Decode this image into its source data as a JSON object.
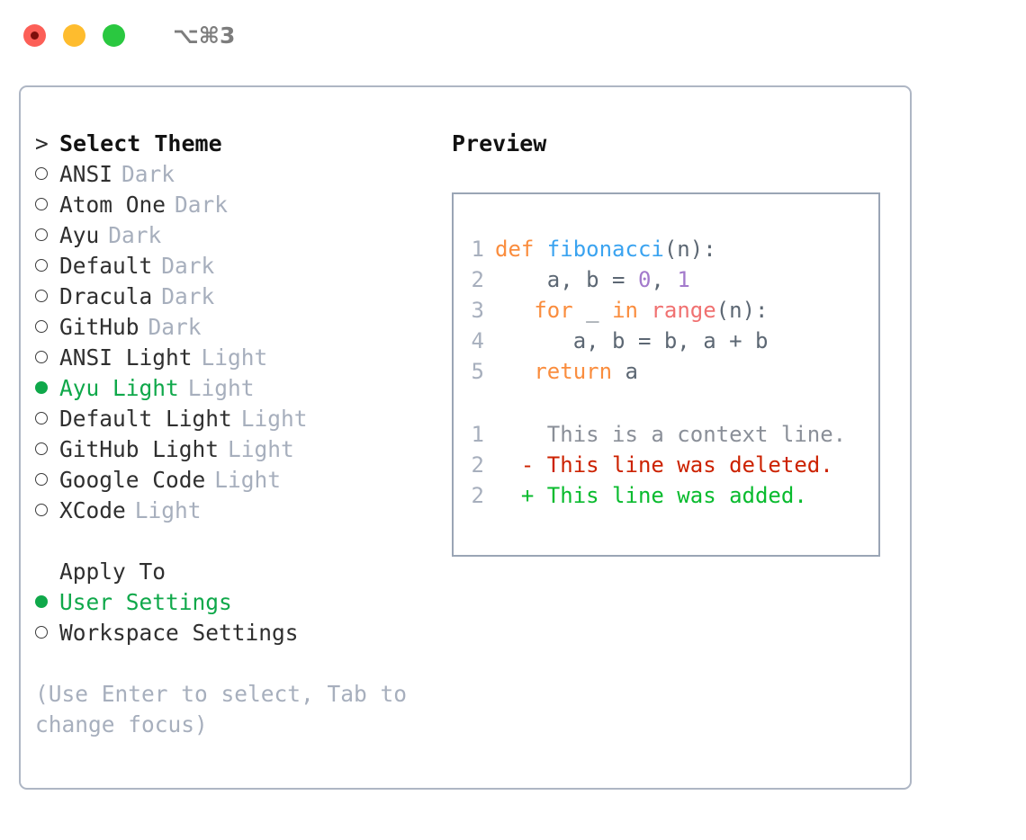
{
  "titlebar": {
    "shortcut": "⌥⌘3",
    "lights": [
      "close",
      "minimize",
      "maximize"
    ]
  },
  "theme_panel": {
    "prompt_marker": ">",
    "heading": "Select Theme",
    "items": [
      {
        "marker": "empty",
        "label": "ANSI",
        "tag": "Dark",
        "selected": false
      },
      {
        "marker": "empty",
        "label": "Atom One",
        "tag": "Dark",
        "selected": false
      },
      {
        "marker": "empty",
        "label": "Ayu",
        "tag": "Dark",
        "selected": false
      },
      {
        "marker": "empty",
        "label": "Default",
        "tag": "Dark",
        "selected": false
      },
      {
        "marker": "empty",
        "label": "Dracula",
        "tag": "Dark",
        "selected": false
      },
      {
        "marker": "empty",
        "label": "GitHub",
        "tag": "Dark",
        "selected": false
      },
      {
        "marker": "empty",
        "label": "ANSI Light",
        "tag": "Light",
        "selected": false
      },
      {
        "marker": "full",
        "label": "Ayu Light",
        "tag": "Light",
        "selected": true
      },
      {
        "marker": "empty",
        "label": "Default Light",
        "tag": "Light",
        "selected": false
      },
      {
        "marker": "empty",
        "label": "GitHub Light",
        "tag": "Light",
        "selected": false
      },
      {
        "marker": "empty",
        "label": "Google Code",
        "tag": "Light",
        "selected": false
      },
      {
        "marker": "empty",
        "label": "XCode",
        "tag": "Light",
        "selected": false
      }
    ]
  },
  "apply_to": {
    "title": "Apply To",
    "options": [
      {
        "marker": "full",
        "label": "User Settings",
        "selected": true
      },
      {
        "marker": "empty",
        "label": "Workspace Settings",
        "selected": false
      }
    ]
  },
  "hint": "(Use Enter to select, Tab to change focus)",
  "preview": {
    "title": "Preview",
    "code_lines": [
      {
        "number": "1",
        "tokens": [
          {
            "text": "def ",
            "type": "kw"
          },
          {
            "text": "fibonacci",
            "type": "fn"
          },
          {
            "text": "(n):",
            "type": "punc"
          }
        ]
      },
      {
        "number": "2",
        "tokens": [
          {
            "text": "    a, b = ",
            "type": "var"
          },
          {
            "text": "0",
            "type": "num"
          },
          {
            "text": ", ",
            "type": "var"
          },
          {
            "text": "1",
            "type": "num"
          }
        ]
      },
      {
        "number": "3",
        "tokens": [
          {
            "text": "   for ",
            "type": "kw"
          },
          {
            "text": "_ ",
            "type": "var"
          },
          {
            "text": "in ",
            "type": "kw"
          },
          {
            "text": "range",
            "type": "call"
          },
          {
            "text": "(n):",
            "type": "punc"
          }
        ]
      },
      {
        "number": "4",
        "tokens": [
          {
            "text": "      a, b = b, a + b",
            "type": "var"
          }
        ]
      },
      {
        "number": "5",
        "tokens": [
          {
            "text": "   return ",
            "type": "kw"
          },
          {
            "text": "a",
            "type": "var"
          }
        ]
      }
    ],
    "diff_lines": [
      {
        "number": "1",
        "sign": " ",
        "text": "This is a context line.",
        "type": "ctx"
      },
      {
        "number": "2",
        "sign": "-",
        "text": "This line was deleted.",
        "type": "del"
      },
      {
        "number": "2",
        "sign": "+",
        "text": "This line was added.",
        "type": "add"
      }
    ]
  },
  "colors": {
    "accent_green": "#0fa84a",
    "muted": "#a7afbd",
    "border": "#aeb6c4",
    "preview_border": "#9aa5b5",
    "kw": "#fa8d3e",
    "fn": "#3aa3f0",
    "num": "#a37acc",
    "call": "#f07171",
    "var": "#5c6773",
    "diff_add": "#09bb2e",
    "diff_del": "#cc2200",
    "diff_ctx": "#8a8f98",
    "light_close": "#fc5f57",
    "light_min": "#febc2e",
    "light_max": "#2ac840"
  }
}
